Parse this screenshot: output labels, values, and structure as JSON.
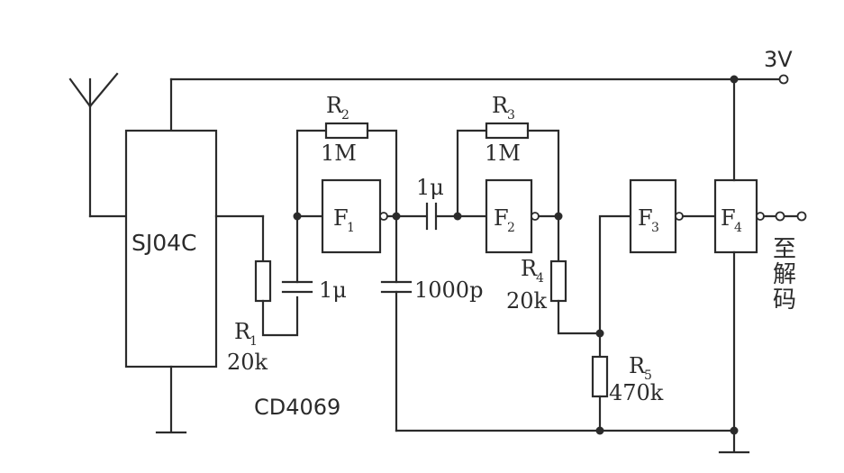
{
  "supply": {
    "voltage": "3V"
  },
  "ic": {
    "name": "SJ04C"
  },
  "gate_chip": {
    "name": "CD4069"
  },
  "gates": [
    {
      "letter": "F",
      "sub": "1"
    },
    {
      "letter": "F",
      "sub": "2"
    },
    {
      "letter": "F",
      "sub": "3"
    },
    {
      "letter": "F",
      "sub": "4"
    }
  ],
  "resistors": {
    "r1": {
      "letter": "R",
      "sub": "1",
      "value": "20k"
    },
    "r2": {
      "letter": "R",
      "sub": "2",
      "value": "1M"
    },
    "r3": {
      "letter": "R",
      "sub": "3",
      "value": "1M"
    },
    "r4": {
      "letter": "R",
      "sub": "4",
      "value": "20k"
    },
    "r5": {
      "letter": "R",
      "sub": "5",
      "value": "470k"
    }
  },
  "capacitors": {
    "c1": {
      "value": "1μ"
    },
    "c2": {
      "value": "1μ"
    },
    "c3": {
      "value": "1000p"
    }
  },
  "output": {
    "label_line1": "至",
    "label_line2": "解",
    "label_line3": "码"
  }
}
